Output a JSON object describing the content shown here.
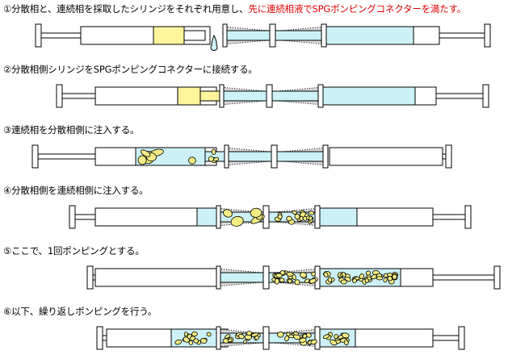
{
  "steps": [
    {
      "caption": "①分散相と、連続相を採取したシリンジをそれぞれ用意し、",
      "caption_red": "先に連続相液でSPGポンピングコネクターを満たす。"
    },
    {
      "caption": "②分散相側シリンジをSPGポンピングコネクターに接続する。",
      "caption_red": ""
    },
    {
      "caption": "③連続相を分散相側に注入する。",
      "caption_red": ""
    },
    {
      "caption": "④分散相側を連続相側に注入する。",
      "caption_red": ""
    },
    {
      "caption": "⑤ここで、1回ポンピングとする。",
      "caption_red": ""
    },
    {
      "caption": "⑥以下、繰り返しポンピングを行う。",
      "caption_red": ""
    }
  ],
  "colors": {
    "dispersed_phase": "#fff59d",
    "continuous_phase": "#ccf2f7",
    "membrane": "#d9d9d9",
    "droplet": "#f3ec84",
    "outline": "#000000",
    "caption_highlight": "#e00000"
  }
}
